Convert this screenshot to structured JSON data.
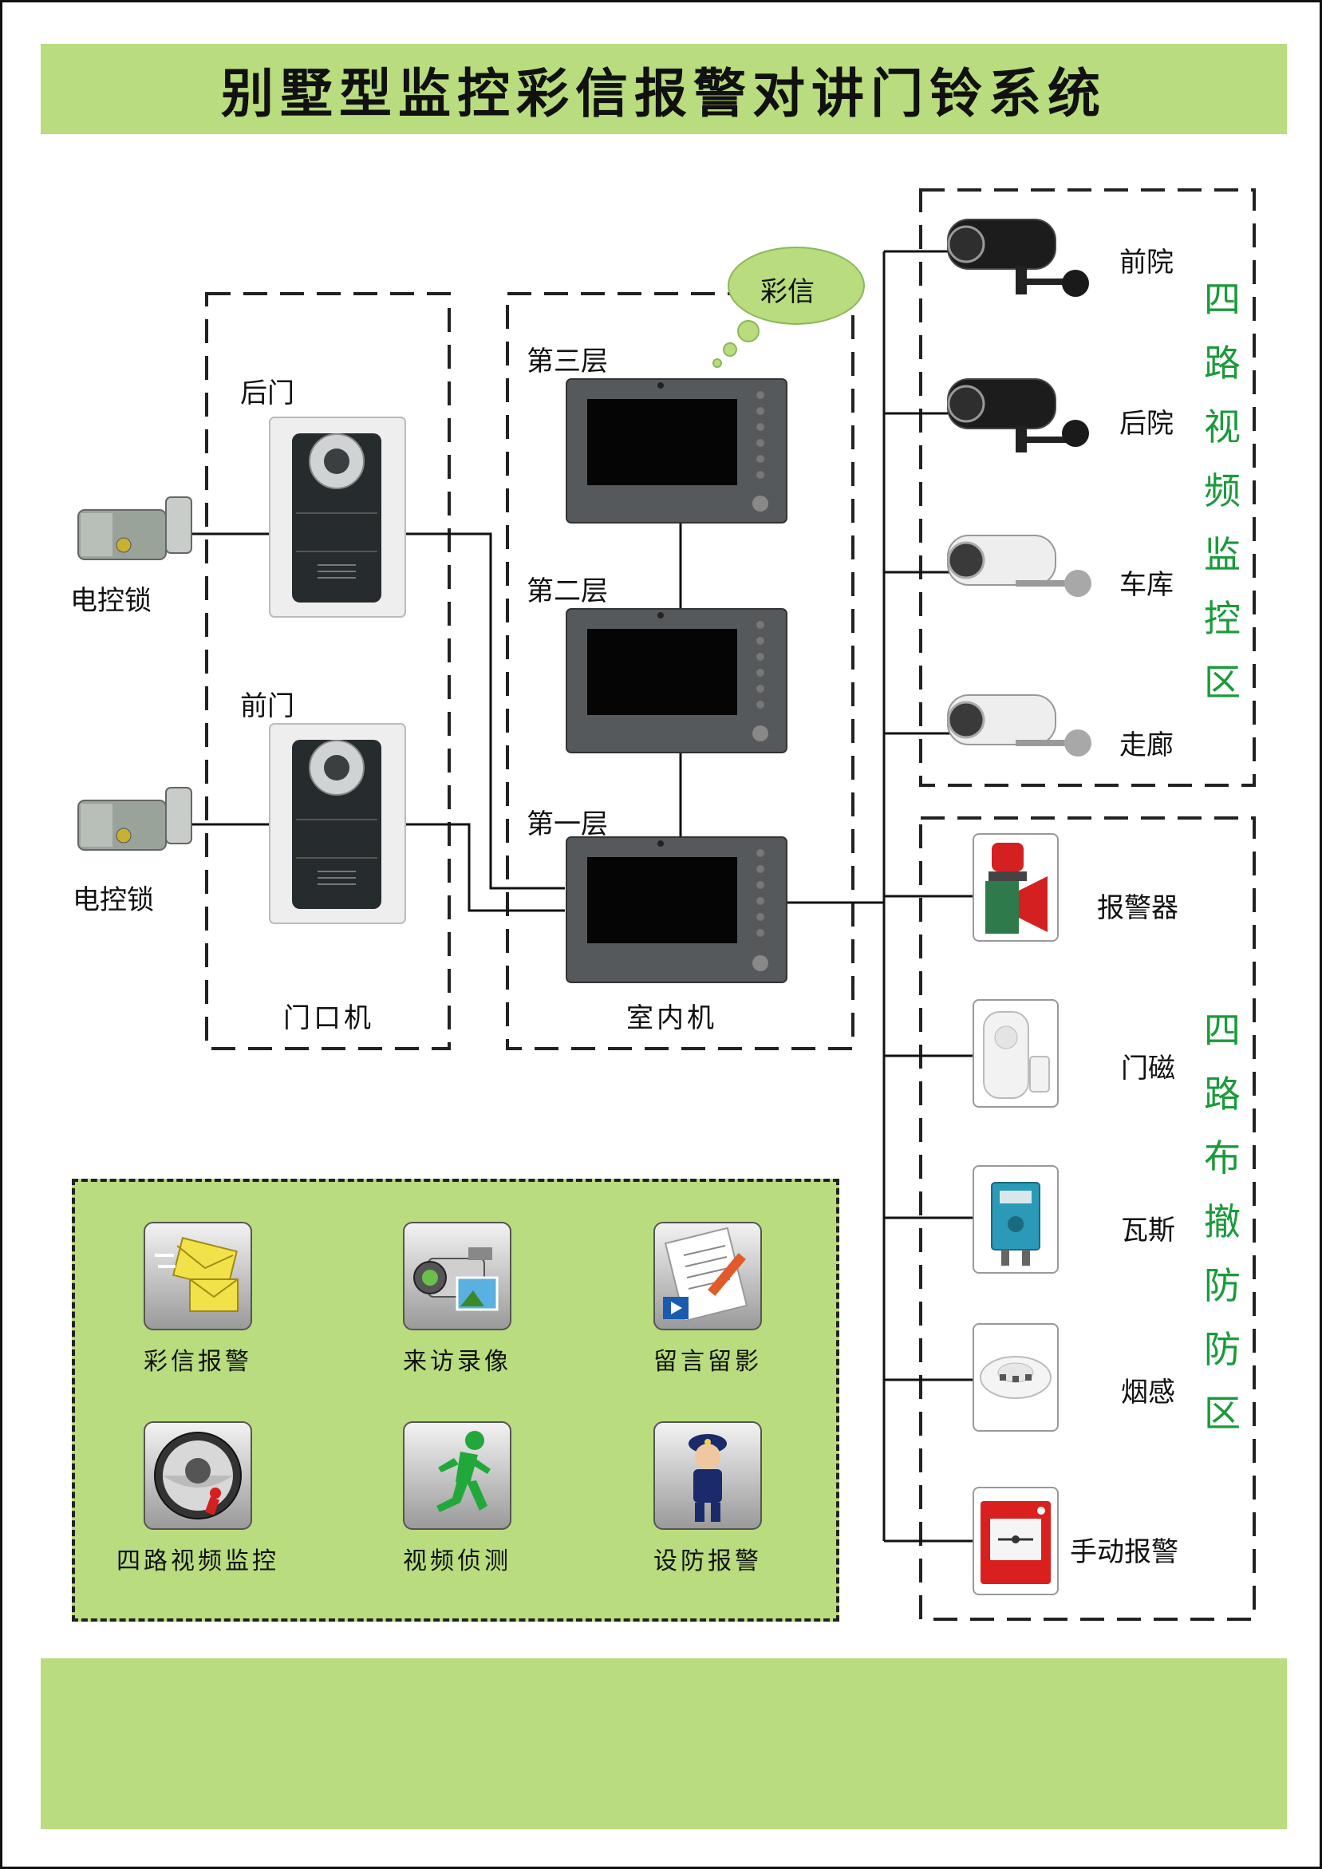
{
  "title": "别墅型监控彩信报警对讲门铃系统",
  "door_station": {
    "group_label": "门口机",
    "back_door": "后门",
    "front_door": "前门",
    "lock_top": "电控锁",
    "lock_bottom": "电控锁"
  },
  "indoor": {
    "group_label": "室内机",
    "floor3": "第三层",
    "floor2": "第二层",
    "floor1": "第一层",
    "mms_bubble": "彩信"
  },
  "cameras": {
    "zone_label": [
      "四",
      "路",
      "视",
      "频",
      "监",
      "控",
      "区"
    ],
    "items": [
      "前院",
      "后院",
      "车库",
      "走廊"
    ]
  },
  "alarms": {
    "zone_label": [
      "四",
      "路",
      "布",
      "撤",
      "防",
      "防",
      "区"
    ],
    "items": [
      "报警器",
      "门磁",
      "瓦斯",
      "烟感",
      "手动报警"
    ]
  },
  "features": [
    "彩信报警",
    "来访录像",
    "留言留影",
    "四路视频监控",
    "视频侦测",
    "设防报警"
  ],
  "colors": {
    "banner": "#b8dc7e",
    "zone_text": "#1a9a3a",
    "line": "#111111"
  },
  "icons": {
    "features": [
      "envelope-icon",
      "camcorder-icon",
      "memo-icon",
      "camera-dome-icon",
      "running-man-icon",
      "police-icon"
    ]
  }
}
